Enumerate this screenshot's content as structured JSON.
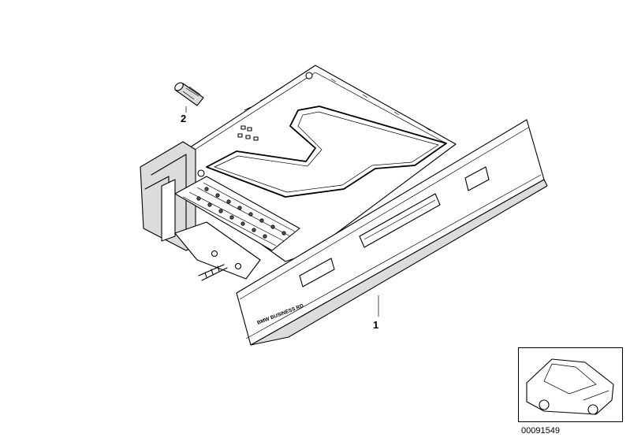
{
  "parts": [
    {
      "number": "1"
    },
    {
      "number": "2"
    }
  ],
  "faceplate_text": "BMW BUSINESS RD",
  "diagram_code": "00091549"
}
